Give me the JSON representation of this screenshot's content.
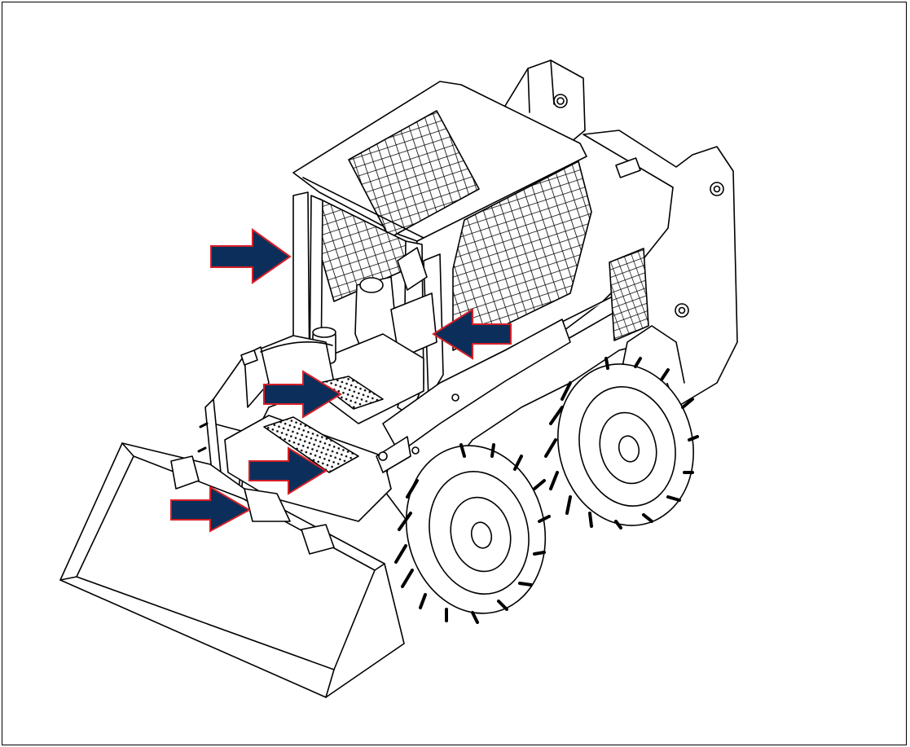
{
  "figure": {
    "subject": "skid-steer-loader",
    "colors": {
      "line": "#000000",
      "fill": "#ffffff",
      "arrow_fill": "#0b2f5a",
      "arrow_outline": "#d61f26"
    },
    "arrows": [
      {
        "name": "arrow-front-left-handhold",
        "direction": "right"
      },
      {
        "name": "arrow-right-handhold",
        "direction": "left"
      },
      {
        "name": "arrow-upper-step",
        "direction": "right"
      },
      {
        "name": "arrow-lower-step",
        "direction": "right"
      },
      {
        "name": "arrow-bucket-edge",
        "direction": "right"
      }
    ]
  }
}
